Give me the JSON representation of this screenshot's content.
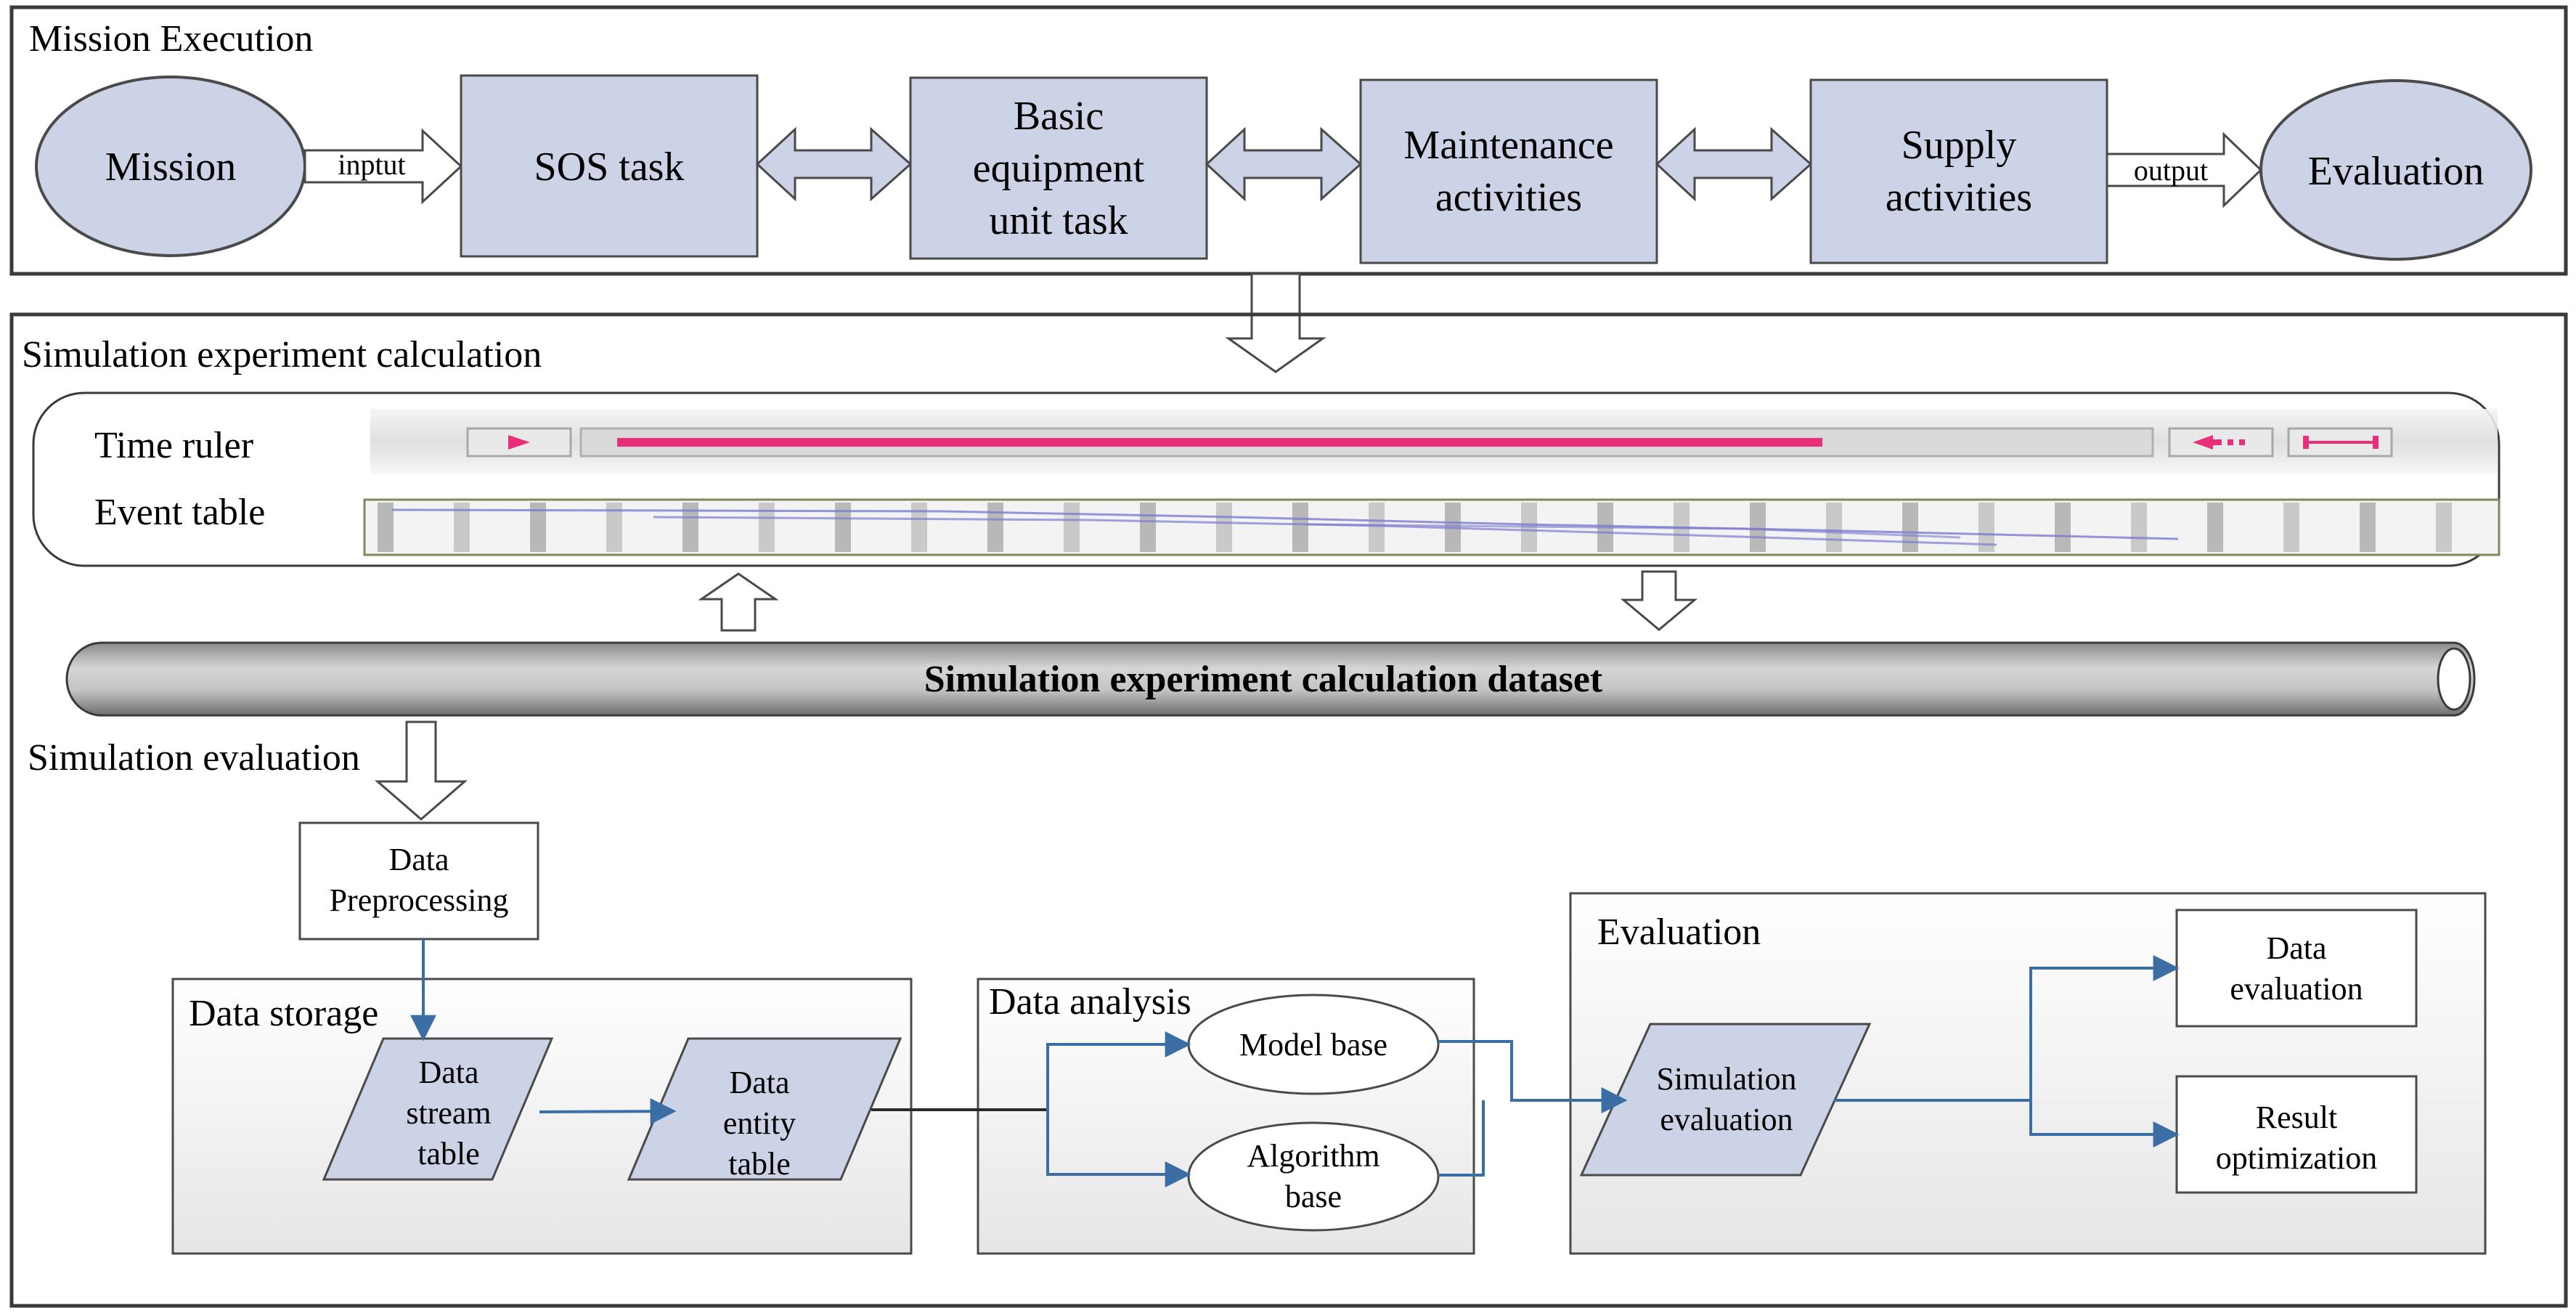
{
  "mission_execution": {
    "title": "Mission Execution",
    "mission": "Mission",
    "input_label": "inptut",
    "sos_task": "SOS task",
    "basic_task": [
      "Basic",
      "equipment",
      "unit task"
    ],
    "maintenance": [
      "Maintenance",
      "activities"
    ],
    "supply": [
      "Supply",
      "activities"
    ],
    "output_label": "output",
    "evaluation": "Evaluation"
  },
  "simulation_calc": {
    "title": "Simulation experiment calculation",
    "time_ruler": "Time ruler",
    "event_table": "Event table",
    "dataset": "Simulation experiment calculation dataset"
  },
  "simulation_eval": {
    "title": "Simulation evaluation",
    "preprocessing": [
      "Data",
      "Preprocessing"
    ],
    "data_storage": "Data storage",
    "stream_table": [
      "Data",
      "stream",
      "table"
    ],
    "entity_table": [
      "Data",
      "entity",
      "table"
    ],
    "data_analysis": "Data analysis",
    "model_base": "Model base",
    "algorithm_base": [
      "Algorithm",
      "base"
    ],
    "evaluation_group": "Evaluation",
    "sim_evaluation": [
      "Simulation",
      "evaluation"
    ],
    "data_evaluation": [
      "Data",
      "evaluation"
    ],
    "result_optimization": [
      "Result",
      "optimization"
    ]
  },
  "colors": {
    "box_fill": "#ccd3e6",
    "box_stroke": "#4a4a4a",
    "flow_line": "#3a6ea5",
    "timeline_accent": "#e8307a",
    "group_fill": "#f2f2f2"
  }
}
